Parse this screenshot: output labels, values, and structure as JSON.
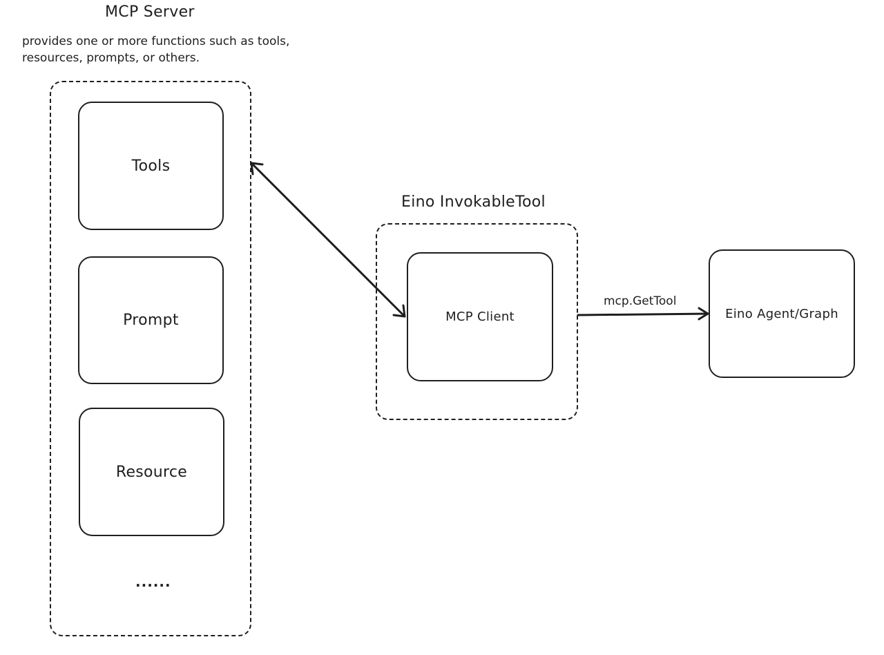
{
  "mcp_server": {
    "title": "MCP Server",
    "description": "provides one or more functions such as tools, resources, prompts, or others.",
    "items": [
      {
        "label": "Tools"
      },
      {
        "label": "Prompt"
      },
      {
        "label": "Resource"
      }
    ],
    "more": "......"
  },
  "invokable_tool": {
    "title": "Eino InvokableTool",
    "client": {
      "label": "MCP Client"
    }
  },
  "agent": {
    "label": "Eino Agent/Graph"
  },
  "edges": {
    "get_tool_label": "mcp.GetTool"
  },
  "colors": {
    "stroke": "#1e1e1e",
    "background": "#ffffff"
  }
}
